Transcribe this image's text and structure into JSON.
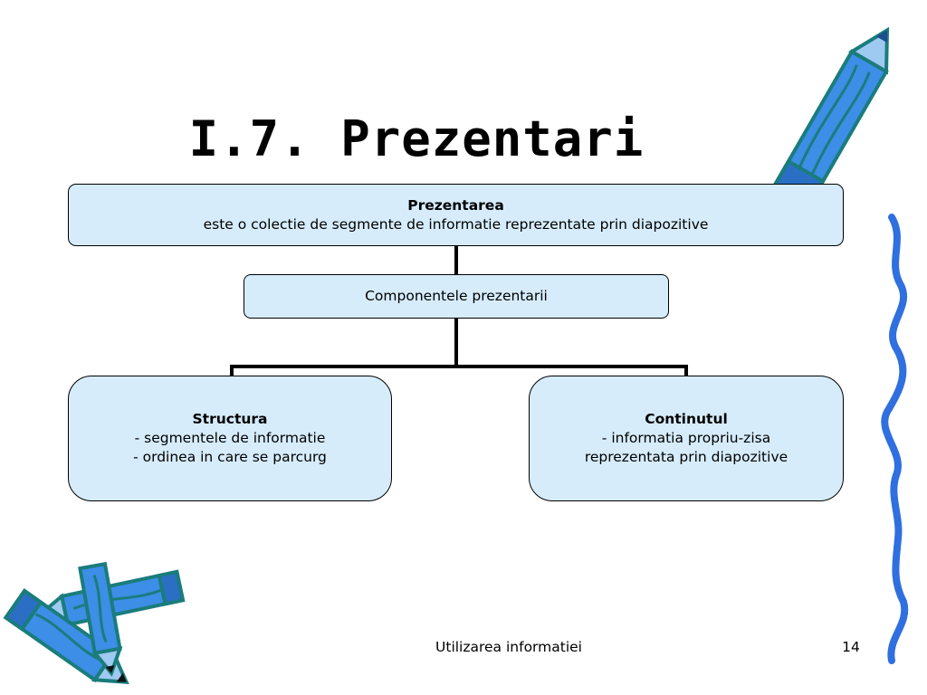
{
  "slide": {
    "title": "I.7. Prezentari",
    "footer": "Utilizarea informatiei",
    "page_number": "14"
  },
  "diagram": {
    "root": {
      "heading": "Prezentarea",
      "text": "este o colectie de segmente de informatie reprezentate prin diapozitive"
    },
    "middle": {
      "text": "Componentele prezentarii"
    },
    "left": {
      "heading": "Structura",
      "lines": [
        "- segmentele de informatie",
        "- ordinea in care se parcurg"
      ]
    },
    "right": {
      "heading": "Continutul",
      "lines": [
        "- informatia propriu-zisa",
        "reprezentata prin diapozitive"
      ]
    }
  },
  "colors": {
    "box_fill": "#d6ecfb",
    "pencil_body": "#3c8ee6",
    "pencil_outline": "#1a7c7c",
    "squiggle": "#2f6fe0"
  },
  "decorations": [
    "pencil-icon",
    "pencil-icon",
    "pencil-icon",
    "squiggle-line"
  ]
}
